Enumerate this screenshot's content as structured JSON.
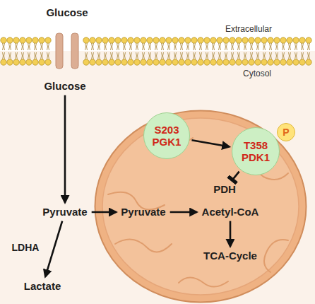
{
  "diagram": {
    "nodes": [
      {
        "text": [
          "Glucose"
        ]
      },
      {
        "text": [
          "Glucose"
        ]
      },
      {
        "text": [
          "Pyruvate"
        ]
      },
      {
        "text": []
      },
      {
        "text": [
          "S203 PGK1"
        ],
        "in": 3
      },
      {
        "text": [
          "T358 PDK1"
        ],
        "in": 3
      },
      {
        "text": [
          "P"
        ],
        "in": 5
      },
      {
        "text": [
          "PDH"
        ],
        "in": 3
      },
      {
        "text": [
          "Pyruvate"
        ],
        "in": 3
      },
      {
        "text": [
          "Acetyl-CoA"
        ],
        "in": 3
      },
      {
        "text": [
          "TCA-Cycle"
        ],
        "in": 3
      },
      {
        "text": [
          "Lactate"
        ]
      }
    ],
    "edges": [
      {
        "from": 1,
        "to": 2,
        "arrow": "to"
      },
      {
        "from": 2,
        "to": 8,
        "arrow": "to"
      },
      {
        "from": 8,
        "to": 9,
        "arrow": "to"
      },
      {
        "from": 9,
        "to": 10,
        "arrow": "to"
      },
      {
        "from": 2,
        "to": 11,
        "label": "LDHA",
        "arrow": "to"
      },
      {
        "from": 4,
        "to": 5,
        "arrow": "to"
      },
      {
        "from": 5,
        "to": 7,
        "arrow": "to"
      }
    ],
    "labels": [
      "Extracellular",
      "Cytosol"
    ]
  }
}
